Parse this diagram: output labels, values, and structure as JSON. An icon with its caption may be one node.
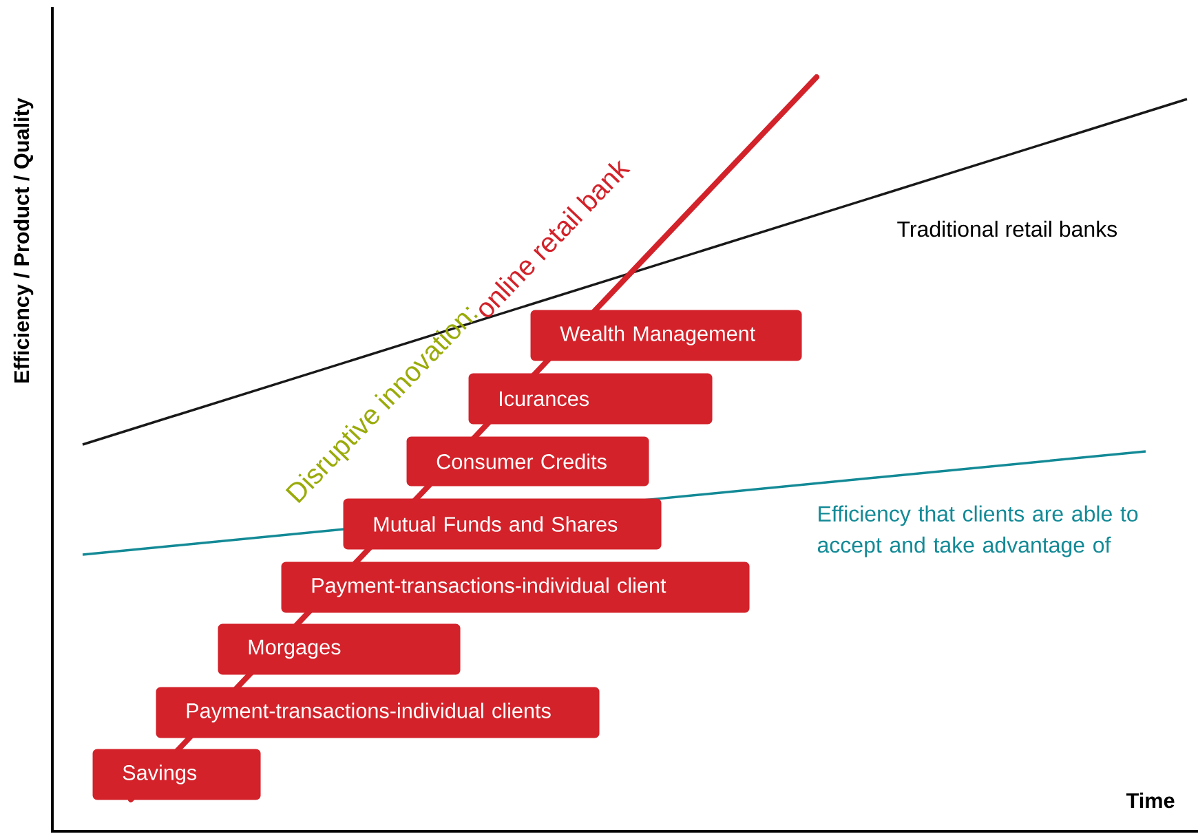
{
  "diagram": {
    "nodes": [
      {
        "text": [
          "Savings"
        ]
      },
      {
        "text": [
          "Payment-transactions-individual clients"
        ]
      },
      {
        "text": [
          "Morgages"
        ]
      },
      {
        "text": [
          "Payment-transactions-individual client"
        ]
      },
      {
        "text": [
          "Mutual Funds and Shares"
        ]
      },
      {
        "text": [
          "Consumer Credits"
        ]
      },
      {
        "text": [
          "Icurances"
        ]
      },
      {
        "text": [
          "Wealth Management"
        ]
      }
    ],
    "labels": [
      "Efficiency / Product / Quality",
      "Time",
      "Disruptive innovation:",
      "online retail bank",
      "Traditional retail banks",
      "Efficiency that clients are able to accept and take advantage of"
    ]
  }
}
